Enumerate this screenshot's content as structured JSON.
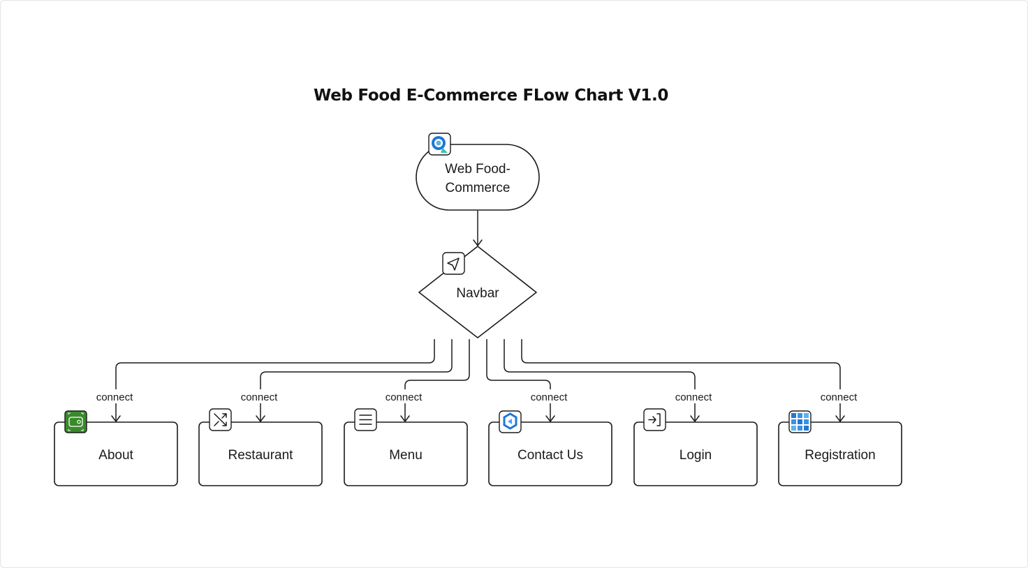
{
  "diagram": {
    "title": "Web Food E-Commerce FLow Chart V1.0",
    "root": {
      "label_line1": "Web Food-",
      "label_line2": "Commerce",
      "icon": "azure-monitor-icon"
    },
    "decision": {
      "label": "Navbar",
      "icon": "navigation-arrow-icon"
    },
    "edge_label": "connect",
    "pages": [
      {
        "label": "About",
        "icon": "green-device-icon"
      },
      {
        "label": "Restaurant",
        "icon": "shuffle-icon"
      },
      {
        "label": "Menu",
        "icon": "menu-lines-icon"
      },
      {
        "label": "Contact Us",
        "icon": "blue-hexagon-icon"
      },
      {
        "label": "Login",
        "icon": "login-icon"
      },
      {
        "label": "Registration",
        "icon": "blue-grid-icon"
      }
    ],
    "colors": {
      "stroke": "#1a1a1a",
      "background": "#ffffff",
      "green_icon": "#3a8a2a",
      "blue_icon": "#1e78d7"
    }
  }
}
